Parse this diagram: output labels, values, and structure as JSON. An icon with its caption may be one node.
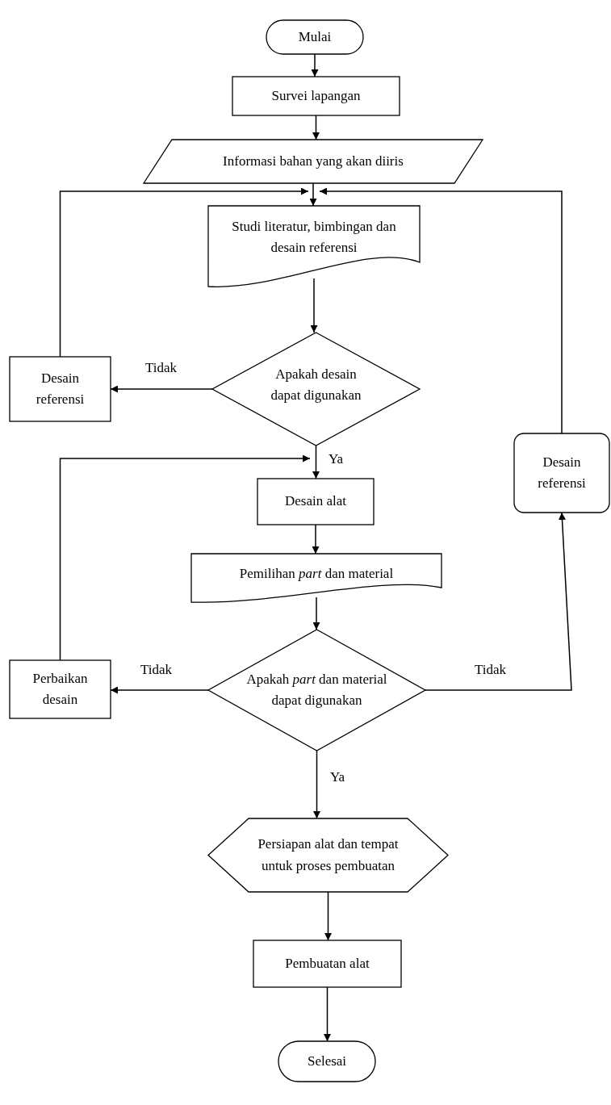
{
  "diagram": {
    "nodes": [
      {
        "text": [
          "Mulai"
        ]
      },
      {
        "text": [
          "Survei lapangan"
        ]
      },
      {
        "text": [
          "Informasi bahan yang akan diiris"
        ]
      },
      {
        "text": [
          "Studi literatur, bimbingan dan desain referensi"
        ]
      },
      {
        "text": [
          "Apakah desain dapat digunakan"
        ]
      },
      {
        "text": [
          "Desain referensi"
        ]
      },
      {
        "text": [
          "Desain alat"
        ]
      },
      {
        "text": [
          "Pemilihan *part* dan material"
        ]
      },
      {
        "text": [
          "Apakah *part* dan material dapat digunakan"
        ]
      },
      {
        "text": [
          "Perbaikan desain"
        ]
      },
      {
        "text": [
          "Desain referensi"
        ]
      },
      {
        "text": [
          "Persiapan alat dan tempat untuk proses pembuatan"
        ]
      },
      {
        "text": [
          "Pembuatan alat"
        ]
      },
      {
        "text": [
          "Selesai"
        ]
      }
    ],
    "edges": [
      {
        "from": 0,
        "to": 1,
        "arrow": "to"
      },
      {
        "from": 1,
        "to": 2,
        "arrow": "to"
      },
      {
        "from": 2,
        "to": 3,
        "arrow": "to"
      },
      {
        "from": 3,
        "to": 4,
        "arrow": "to"
      },
      {
        "from": 4,
        "to": 5,
        "arrow": "to",
        "label": "Tidak"
      },
      {
        "from": 5,
        "to": 3,
        "arrow": "to"
      },
      {
        "from": 4,
        "to": 6,
        "arrow": "to",
        "label": "Ya"
      },
      {
        "from": 6,
        "to": 7,
        "arrow": "to"
      },
      {
        "from": 7,
        "to": 8,
        "arrow": "to"
      },
      {
        "from": 8,
        "to": 9,
        "arrow": "to",
        "label": "Tidak"
      },
      {
        "from": 9,
        "to": 6,
        "arrow": "to"
      },
      {
        "from": 8,
        "to": 10,
        "arrow": "to",
        "label": "Tidak"
      },
      {
        "from": 10,
        "to": 3,
        "arrow": "to"
      },
      {
        "from": 8,
        "to": 11,
        "arrow": "to",
        "label": "Ya"
      },
      {
        "from": 11,
        "to": 12,
        "arrow": "to"
      },
      {
        "from": 12,
        "to": 13,
        "arrow": "to"
      }
    ]
  }
}
